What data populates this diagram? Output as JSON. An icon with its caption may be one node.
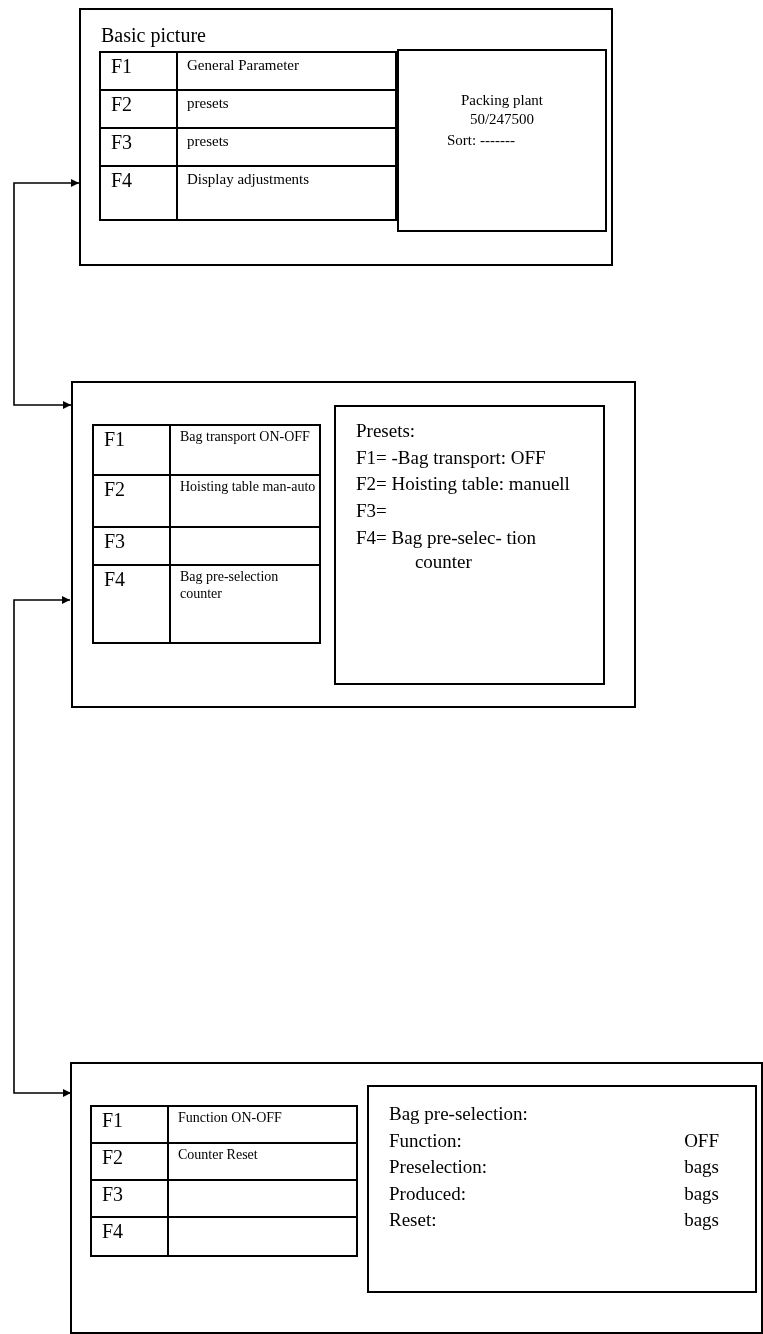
{
  "diagram": {
    "nodes": [
      {
        "text": [
          "Basic picture"
        ]
      },
      {
        "text": [],
        "shape": "box",
        "in": 0
      },
      {
        "text": [
          "F1",
          "General Parameter"
        ],
        "in": 1
      },
      {
        "text": [
          "F2",
          "presets"
        ],
        "in": 1
      },
      {
        "text": [
          "F3",
          "presets"
        ],
        "in": 1
      },
      {
        "text": [
          "F4",
          "Display adjustments"
        ],
        "in": 1
      },
      {
        "text": [
          "Packing plant",
          "50/247500",
          "Sort: -------"
        ],
        "in": 0
      },
      {
        "text": [],
        "shape": "box"
      },
      {
        "text": [],
        "shape": "box",
        "in": 7
      },
      {
        "text": [
          "F1",
          "Bag transport ON-OFF"
        ],
        "in": 8
      },
      {
        "text": [
          "F2",
          "Hoisting table man-auto"
        ],
        "in": 8
      },
      {
        "text": [
          "F3"
        ],
        "in": 8
      },
      {
        "text": [
          "F4",
          "Bag pre-selection counter"
        ],
        "in": 8
      },
      {
        "text": [
          "Presets:",
          "F1= -Bag transport: OFF",
          "F2= Hoisting table: manuell",
          "F3=",
          "F4= Bag pre-selec- tion counter"
        ],
        "in": 7
      },
      {
        "text": [],
        "shape": "box"
      },
      {
        "text": [],
        "shape": "box",
        "in": 14
      },
      {
        "text": [
          "F1",
          "Function ON-OFF"
        ],
        "in": 15
      },
      {
        "text": [
          "F2",
          "Counter Reset"
        ],
        "in": 15
      },
      {
        "text": [
          "F3"
        ],
        "in": 15
      },
      {
        "text": [
          "F4"
        ],
        "in": 15
      },
      {
        "text": [
          "Bag pre-selection:",
          "Function:",
          "OFF",
          "Preselection:",
          "bags",
          "Produced:",
          "bags",
          "Reset:",
          "bags"
        ],
        "in": 14
      }
    ],
    "edges": [
      {
        "from": 0,
        "to": 7,
        "arrow": "both"
      },
      {
        "from": 7,
        "to": 14,
        "arrow": "both"
      }
    ]
  }
}
